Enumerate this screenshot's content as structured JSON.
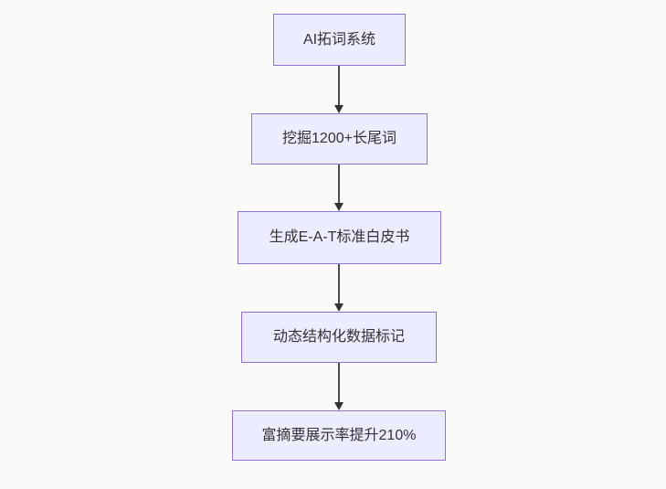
{
  "flowchart": {
    "type": "flowchart",
    "direction": "top-down",
    "nodes": [
      {
        "id": "A",
        "label": "AI拓词系统"
      },
      {
        "id": "B",
        "label": "挖掘1200+长尾词"
      },
      {
        "id": "C",
        "label": "生成E-A-T标准白皮书"
      },
      {
        "id": "D",
        "label": "动态结构化数据标记"
      },
      {
        "id": "E",
        "label": "富摘要展示率提升210%"
      }
    ],
    "edges": [
      {
        "from": "AI拓词系统",
        "to": "挖掘1200+长尾词"
      },
      {
        "from": "挖掘1200+长尾词",
        "to": "生成E-A-T标准白皮书"
      },
      {
        "from": "生成E-A-T标准白皮书",
        "to": "动态结构化数据标记"
      },
      {
        "from": "动态结构化数据标记",
        "to": "富摘要展示率提升210%"
      }
    ],
    "colors": {
      "node_fill": "#ECECFF",
      "node_border": "#9370DB",
      "node_text": "#333333",
      "arrow": "#333333",
      "background": "#fafafa"
    }
  }
}
